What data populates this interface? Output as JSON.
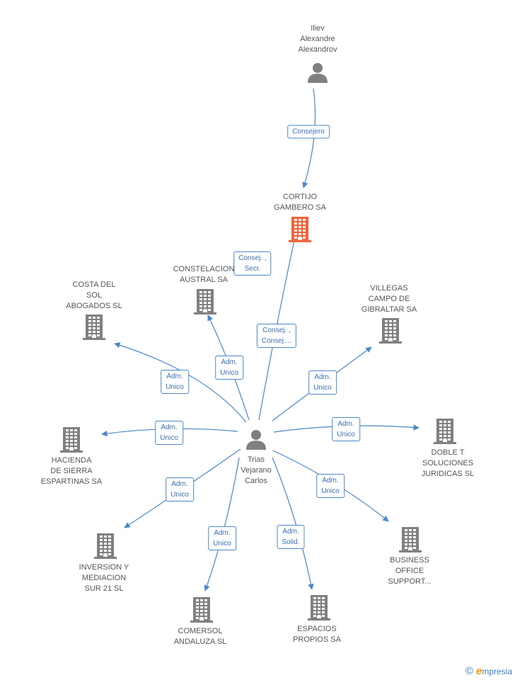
{
  "colors": {
    "edge": "#4a86c9",
    "company": "#808080",
    "company_highlight": "#f4623a",
    "person": "#808080"
  },
  "center": {
    "lines": [
      "Trias",
      "Vejarano",
      "Carlos"
    ],
    "icon": "person-icon"
  },
  "top_person": {
    "lines": [
      "Iliev",
      "Alexandre",
      "Alexandrov"
    ],
    "icon": "person-icon"
  },
  "main_company": {
    "lines": [
      "CORTIJO",
      "GAMBERO SA"
    ],
    "icon": "building-icon"
  },
  "companies": [
    {
      "id": "costa",
      "lines": [
        "COSTA DEL",
        "SOL",
        "ABOGADOS SL"
      ]
    },
    {
      "id": "constelacion",
      "lines": [
        "CONSTELACION",
        "AUSTRAL SA"
      ]
    },
    {
      "id": "villegas",
      "lines": [
        "VILLEGAS",
        "CAMPO DE",
        "GIBRALTAR SA"
      ]
    },
    {
      "id": "hacienda",
      "lines": [
        "HACIENDA",
        "DE SIERRA",
        "ESPARTINAS SA"
      ]
    },
    {
      "id": "doble",
      "lines": [
        "DOBLE T",
        "SOLUCIONES",
        "JURIDICAS SL"
      ]
    },
    {
      "id": "inversion",
      "lines": [
        "INVERSION Y",
        "MEDIACION",
        "SUR 21 SL"
      ]
    },
    {
      "id": "business",
      "lines": [
        "BUSINESS",
        "OFFICE",
        "SUPPORT..."
      ]
    },
    {
      "id": "comersol",
      "lines": [
        "COMERSOL",
        "ANDALUZA SL"
      ]
    },
    {
      "id": "espacios",
      "lines": [
        "ESPACIOS",
        "PROPIOS SA"
      ]
    }
  ],
  "edges": [
    {
      "from": "top_person",
      "to": "main_company",
      "label": [
        "Consejero"
      ]
    },
    {
      "from": "center",
      "to": "main_company",
      "label": [
        "Consej. ,",
        "Consej...."
      ]
    },
    {
      "from": "center",
      "to": "constelacion",
      "label": [
        "Adm.",
        "Unico"
      ]
    },
    {
      "from": "center",
      "to": "constelacion_secr",
      "label": [
        "Consej. ,",
        "Secr."
      ]
    },
    {
      "from": "center",
      "to": "costa",
      "label": [
        "Adm.",
        "Unico"
      ]
    },
    {
      "from": "center",
      "to": "villegas",
      "label": [
        "Adm.",
        "Unico"
      ]
    },
    {
      "from": "center",
      "to": "hacienda",
      "label": [
        "Adm.",
        "Unico"
      ]
    },
    {
      "from": "center",
      "to": "doble",
      "label": [
        "Adm.",
        "Unico"
      ]
    },
    {
      "from": "center",
      "to": "inversion",
      "label": [
        "Adm.",
        "Unico"
      ]
    },
    {
      "from": "center",
      "to": "business",
      "label": [
        "Adm.",
        "Unico"
      ]
    },
    {
      "from": "center",
      "to": "comersol",
      "label": [
        "Adm.",
        "Unico"
      ]
    },
    {
      "from": "center",
      "to": "espacios",
      "label": [
        "Adm.",
        "Solid."
      ]
    }
  ],
  "footer": {
    "copyright": "©",
    "brand_initial": "e",
    "brand_rest": "mpresia"
  }
}
